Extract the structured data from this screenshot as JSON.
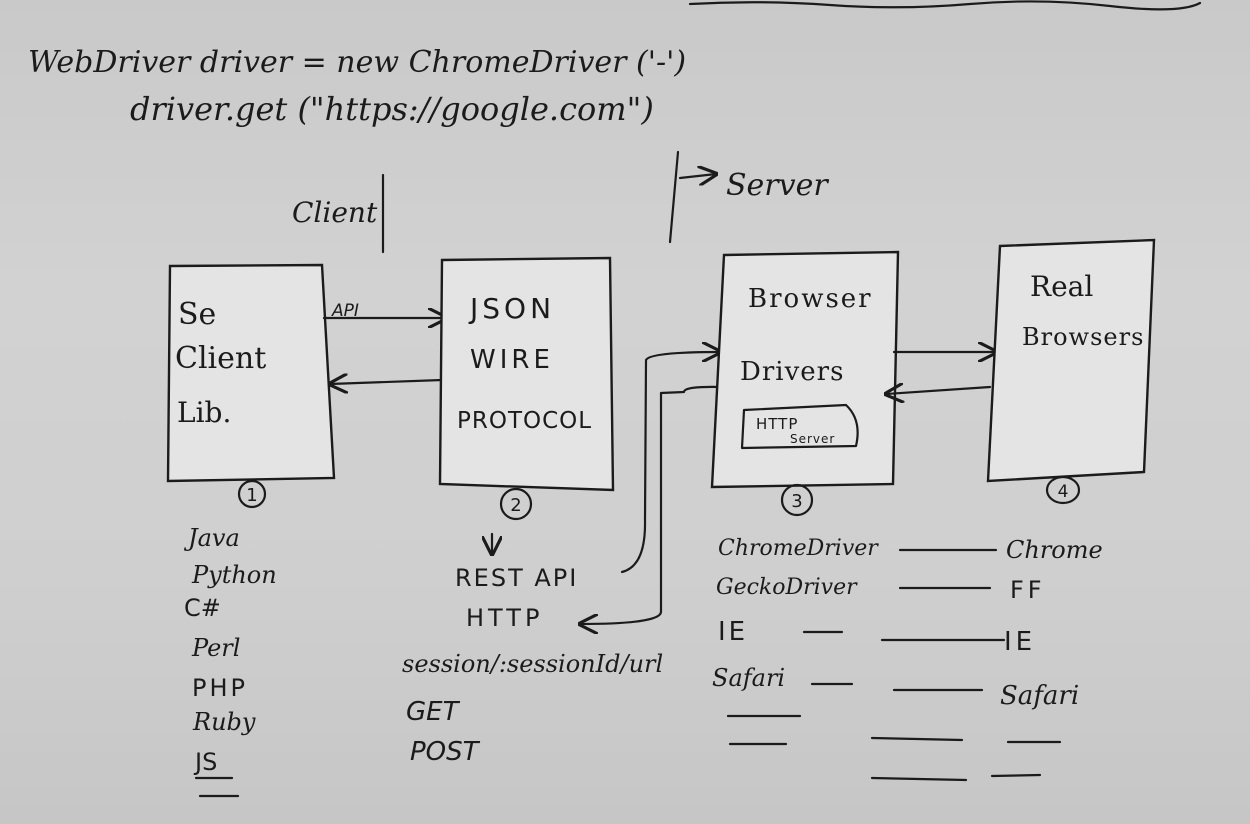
{
  "code": {
    "line1": "WebDriver driver = new ChromeDriver ('-')",
    "line2": "driver.get (\"https://google.com\")"
  },
  "labels": {
    "client": "Client",
    "server": "Server",
    "api": "API"
  },
  "boxes": [
    {
      "lines": [
        "Se",
        "Client",
        "Lib."
      ],
      "number": "1"
    },
    {
      "lines": [
        "JSON",
        "WIRE",
        "PROTOCOL"
      ],
      "number": "2"
    },
    {
      "lines": [
        "Browser",
        "Drivers"
      ],
      "badge": [
        "HTTP",
        "Server"
      ],
      "number": "3"
    },
    {
      "lines": [
        "Real",
        "Browsers"
      ],
      "number": "4"
    }
  ],
  "languages": [
    "Java",
    "Python",
    "C#",
    "Perl",
    "PHP",
    "Ruby",
    "JS"
  ],
  "protocol_notes": {
    "rest_api": "REST API",
    "http": "HTTP",
    "endpoint": "session/:sessionId/url",
    "methods": [
      "GET",
      "POST"
    ]
  },
  "driver_mapping": [
    {
      "driver": "ChromeDriver",
      "browser": "Chrome"
    },
    {
      "driver": "GeckoDriver",
      "browser": "FF"
    },
    {
      "driver": "IE",
      "browser": "IE"
    },
    {
      "driver": "Safari",
      "browser": "Safari"
    }
  ]
}
